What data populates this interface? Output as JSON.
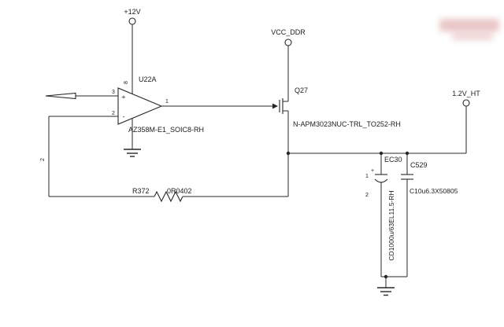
{
  "schematic": {
    "power_12v": {
      "label": "+12V"
    },
    "power_vcc_ddr": {
      "label": "VCC_DDR"
    },
    "power_1v2_ht": {
      "label": "1.2V_HT"
    },
    "opamp": {
      "ref": "U22A",
      "part": "AZ358M-E1_SOIC8-RH",
      "pin_noninv": "3",
      "pin_inv": "2",
      "pin_out": "1",
      "pin_vcc": "8",
      "plus": "+",
      "minus": "-"
    },
    "net_feedback": {
      "label": "2"
    },
    "mosfet": {
      "ref": "Q27",
      "part": "N-APM3023NUC-TRL_TO252-RH"
    },
    "resistor": {
      "ref": "R372",
      "value": "0R0402"
    },
    "cap_ec30": {
      "ref": "EC30",
      "part": "CD1000u/63EL11.5-RH",
      "pin1": "1",
      "pin2": "2",
      "plus": "+"
    },
    "cap_c529": {
      "ref": "C529",
      "part": "C10u6.3X50805"
    }
  }
}
